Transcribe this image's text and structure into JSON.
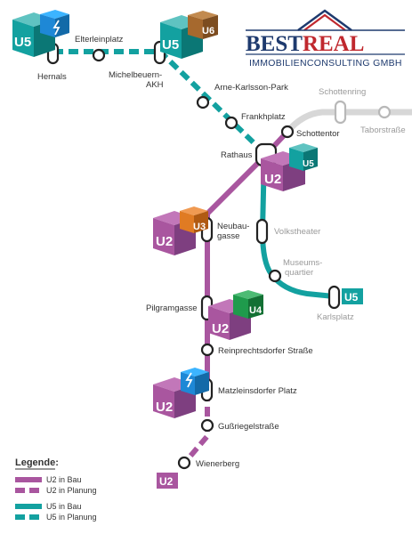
{
  "colors": {
    "u2": "#a9569f",
    "u5": "#13a1a0",
    "u2_cube_top": "#c277b9",
    "u2_cube_side": "#7e3f80",
    "u5_cube_side": "#0b7775",
    "u3": "#e07b23",
    "u4": "#1f9b4c",
    "u6": "#a6692e",
    "existing_line": "#d7d7d7",
    "brand_blue": "#1e3a6e",
    "brand_red": "#c0282e"
  },
  "logo": {
    "text_part1": "BEST",
    "text_part2": "REAL",
    "subtitle": "IMMOBILIENCONSULTING GMBH"
  },
  "stations": [
    {
      "name": "Hernals"
    },
    {
      "name": "Elterleinplatz"
    },
    {
      "name": "Michelbeuern-"
    },
    {
      "name": "AKH"
    },
    {
      "name": "Arne-Karlsson-Park"
    },
    {
      "name": "Frankhplatz"
    },
    {
      "name": "Schottentor"
    },
    {
      "name": "Schottenring"
    },
    {
      "name": "Taborstraße"
    },
    {
      "name": "Rathaus"
    },
    {
      "name": "Neubau-"
    },
    {
      "name": "gasse"
    },
    {
      "name": "Volkstheater"
    },
    {
      "name": "Museums-"
    },
    {
      "name": "quartier"
    },
    {
      "name": "Karlsplatz"
    },
    {
      "name": "Pilgramgasse"
    },
    {
      "name": "Reinprechtsdorfer Straße"
    },
    {
      "name": "Matzleinsdorfer Platz"
    },
    {
      "name": "Gußriegelstraße"
    },
    {
      "name": "Wienerberg"
    }
  ],
  "cubes": {
    "u5_hernals": "U5",
    "u5_michelbeuern": "U5",
    "u6_michelbeuern": "U6",
    "u2_rathaus": "U2",
    "u5_rathaus": "U5",
    "u2_neubaugasse": "U2",
    "u3_neubaugasse": "U3",
    "u2_pilgramgasse": "U2",
    "u4_pilgramgasse": "U4",
    "u2_matzleinsdorf": "U2",
    "u5_karlsplatz": "U5",
    "u2_wienerberg": "U2"
  },
  "legend": {
    "title": "Legende:",
    "items": [
      {
        "label": "U2 in Bau"
      },
      {
        "label": "U2 in Planung"
      },
      {
        "label": "U5 in Bau"
      },
      {
        "label": "U5 in Planung"
      }
    ]
  }
}
